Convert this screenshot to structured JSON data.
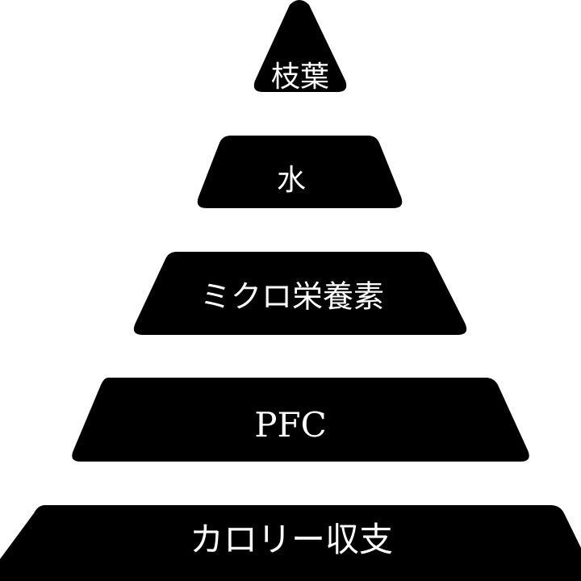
{
  "diagram": {
    "colors": {
      "background": "#ffffff",
      "tier_fill": "#000000",
      "label_text": "#ffffff"
    },
    "tiers": [
      {
        "label": "枝葉"
      },
      {
        "label": "水"
      },
      {
        "label": "ミクロ栄養素"
      },
      {
        "label": "PFC"
      },
      {
        "label": "カロリー収支"
      }
    ]
  }
}
